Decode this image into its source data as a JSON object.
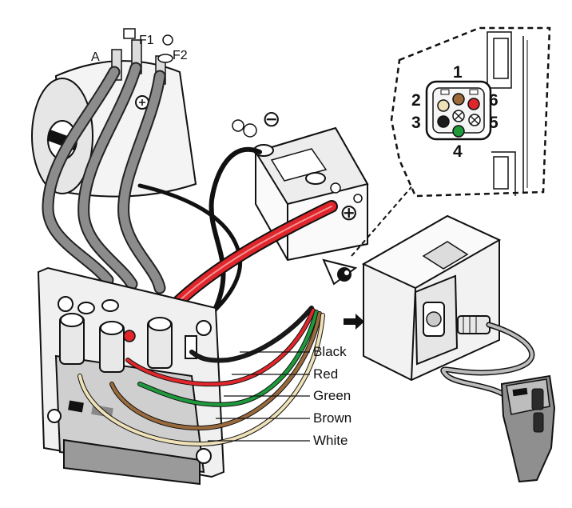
{
  "terminals": {
    "a": "A",
    "f1": "F1",
    "f2": "F2"
  },
  "battery": {
    "negative_symbol": "⊖",
    "positive_symbol": "⊕"
  },
  "connector_pins": [
    "1",
    "2",
    "3",
    "4",
    "5",
    "6"
  ],
  "wires": [
    {
      "label": "Black",
      "color": "#1a1a1a"
    },
    {
      "label": "Red",
      "color": "#e0262b"
    },
    {
      "label": "Green",
      "color": "#1e9a3c"
    },
    {
      "label": "Brown",
      "color": "#9a6a3c"
    },
    {
      "label": "White",
      "color": "#efe2b8"
    }
  ],
  "pin_colors": {
    "p1": "#9a6a3c",
    "p2": "#efe2b8",
    "p3": "#1a1a1a",
    "p4": "#1e9a3c",
    "p6": "#e0262b"
  }
}
